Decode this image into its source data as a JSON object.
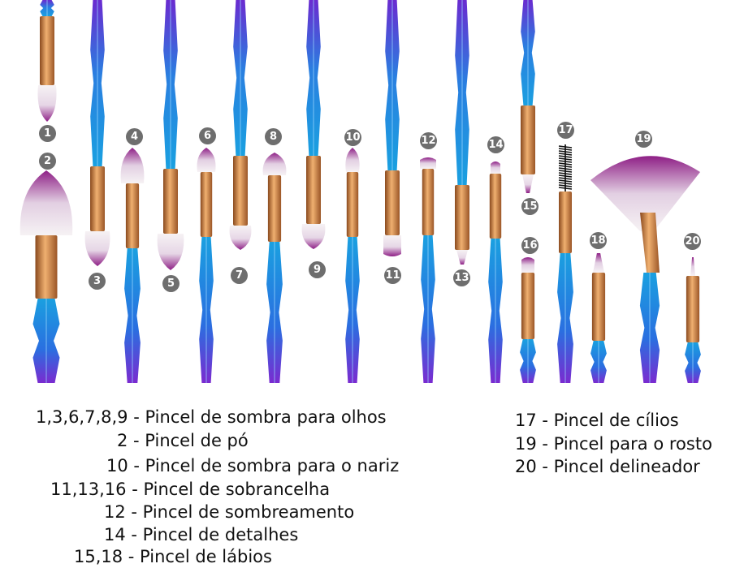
{
  "photo": {
    "subject": "makeup-brush-set",
    "colors": {
      "handle_blue": "#1a8fd6",
      "handle_purple": "#7a2bd0",
      "ferrule_copper": "#c97a3a",
      "bristle_purple": "#9a2a8a",
      "bristle_white": "#f4f0f2"
    },
    "brush_numbers": [
      "1",
      "2",
      "3",
      "4",
      "5",
      "6",
      "7",
      "8",
      "9",
      "10",
      "11",
      "12",
      "13",
      "14",
      "15",
      "16",
      "17",
      "18",
      "19",
      "20"
    ]
  },
  "legend": {
    "left": [
      "1,3,6,7,8,9 - Pincel de sombra para olhos",
      "2 - Pincel de pó",
      "10 - Pincel de sombra para o nariz",
      "11,13,16 - Pincel de sobrancelha",
      "12 - Pincel de sombreamento",
      "14 - Pincel de detalhes",
      "15,18 - Pincel de lábios"
    ],
    "right": [
      "17 - Pincel de cílios",
      "19 - Pincel para o rosto",
      "20 - Pincel delineador"
    ]
  }
}
